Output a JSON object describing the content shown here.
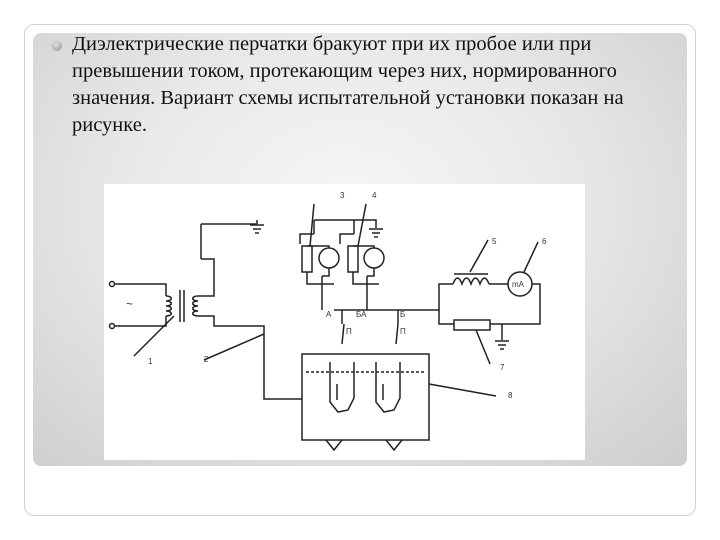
{
  "slide": {
    "bullet_text": "Диэлектрические перчатки бракуют при их пробое или при превышении током, протекающим через них, нормированного значения. Вариант схемы испытательной установки показан на рисунке."
  },
  "diagram": {
    "labels": {
      "n1": "1",
      "n2": "2",
      "n3": "3",
      "n4": "4",
      "n5": "5",
      "n6": "6",
      "n7": "7",
      "n8": "8",
      "a": "А",
      "ba": "БА",
      "b": "Б",
      "p_left": "П",
      "p_right": "П",
      "ac": "~",
      "ma": "mA"
    }
  }
}
